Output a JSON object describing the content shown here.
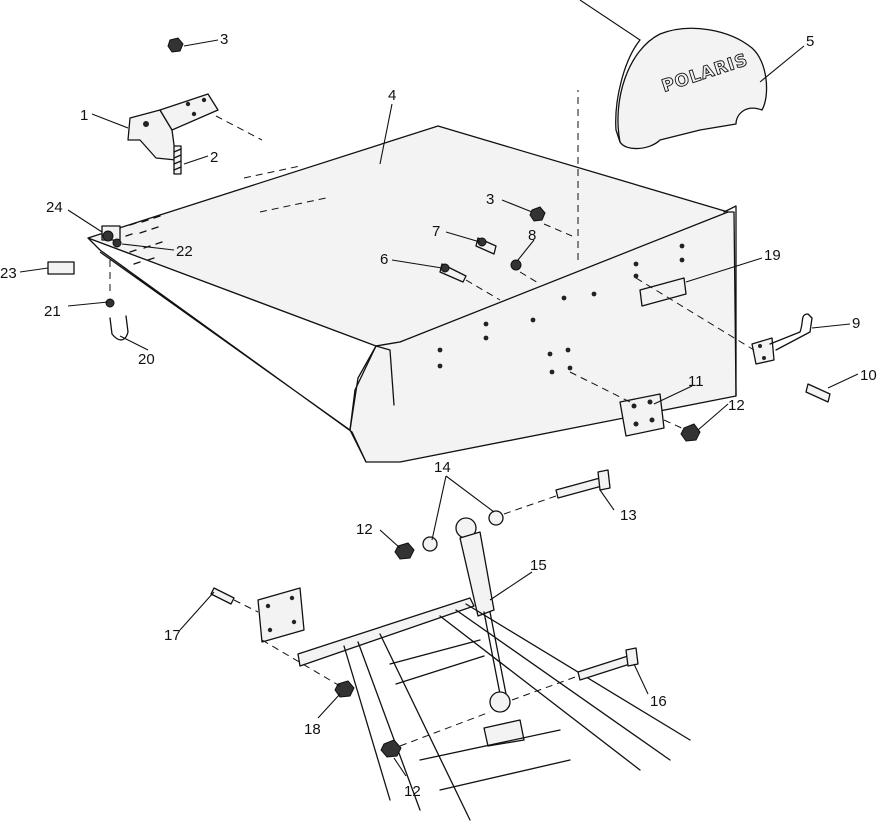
{
  "logo_text": "POLARIS",
  "callouts": [
    "1",
    "2",
    "3",
    "3",
    "4",
    "5",
    "6",
    "7",
    "8",
    "9",
    "10",
    "11",
    "12",
    "12",
    "12",
    "13",
    "14",
    "15",
    "16",
    "17",
    "18",
    "19",
    "20",
    "21",
    "22",
    "23",
    "24"
  ]
}
